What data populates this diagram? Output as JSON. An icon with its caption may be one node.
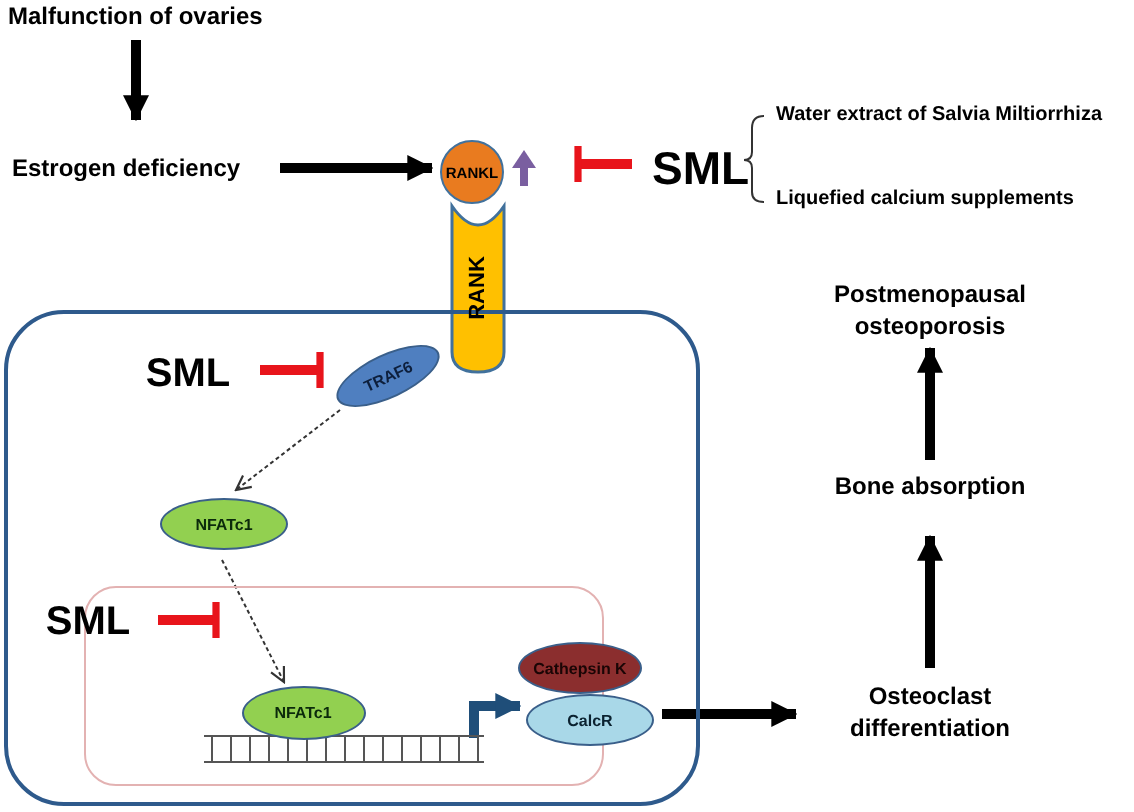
{
  "diagram": {
    "nodes": [
      {
        "text": [
          "Malfunction of ovaries"
        ]
      },
      {
        "text": [
          "Estrogen deficiency"
        ]
      },
      {
        "text": [
          "RANKL"
        ]
      },
      {
        "text": [
          "SML"
        ]
      },
      {
        "text": [
          "Water extract of Salvia Miltiorrhiza"
        ]
      },
      {
        "text": [
          "Liquefied calcium supplements"
        ]
      },
      {
        "text": [],
        "shape": "box"
      },
      {
        "text": [
          "RANK"
        ]
      },
      {
        "text": [
          "SML"
        ],
        "in": 6
      },
      {
        "text": [
          "TRAF6"
        ],
        "in": 6
      },
      {
        "text": [
          "NFATc1"
        ],
        "in": 6
      },
      {
        "text": [],
        "shape": "box",
        "in": 6
      },
      {
        "text": [
          "SML"
        ],
        "in": 6
      },
      {
        "text": [
          "NFATc1"
        ],
        "in": 11
      },
      {
        "text": [
          "Cathepsin K"
        ],
        "in": 6
      },
      {
        "text": [
          "CalcR"
        ],
        "in": 6
      },
      {
        "text": [
          "Osteoclast differentiation"
        ]
      },
      {
        "text": [
          "Bone absorption"
        ]
      },
      {
        "text": [
          "Postmenopausal osteoporosis"
        ]
      }
    ],
    "edges": [
      {
        "from": 0,
        "to": 1,
        "arrow": "to"
      },
      {
        "from": 1,
        "to": 2,
        "arrow": "to"
      },
      {
        "from": 3,
        "to": 2,
        "arrow": "other",
        "color": "#e8141b"
      },
      {
        "from": 8,
        "to": 9,
        "arrow": "other",
        "color": "#e8141b"
      },
      {
        "from": 9,
        "to": 10,
        "arrow": "to",
        "style": "dashed"
      },
      {
        "from": 10,
        "to": 13,
        "arrow": "to",
        "style": "dashed"
      },
      {
        "from": 12,
        "to": 11,
        "arrow": "other",
        "color": "#e8141b"
      },
      {
        "from": 13,
        "to": 15,
        "arrow": "to",
        "color": "#1f4e79"
      },
      {
        "from": 15,
        "to": 16,
        "arrow": "to"
      },
      {
        "from": 16,
        "to": 17,
        "arrow": "to"
      },
      {
        "from": 17,
        "to": 18,
        "arrow": "to"
      }
    ]
  }
}
